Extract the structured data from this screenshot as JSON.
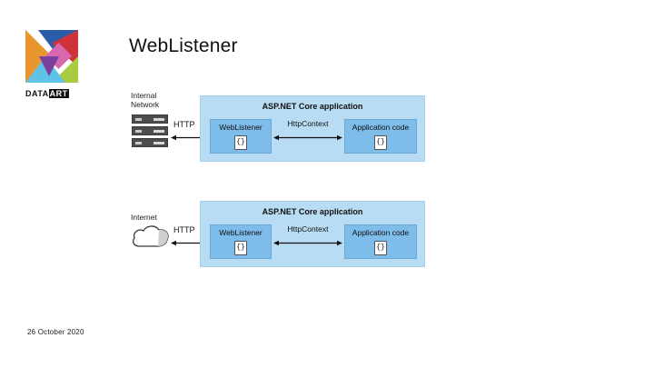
{
  "slide": {
    "title": "WebListener",
    "footer_date": "26 October 2020",
    "background_color": "#ffffff"
  },
  "logo": {
    "name": "dataart-logo",
    "wordmark": "DATAART",
    "wordmark_part_1": "DATA",
    "wordmark_part_2": "ART",
    "colors": {
      "orange": "#e8962d",
      "dark_blue": "#2b5ca8",
      "red": "#cf3339",
      "pink": "#d868ad",
      "purple": "#7b3f9d",
      "light_blue": "#5fc3e8",
      "green": "#a8cc3d"
    }
  },
  "colors": {
    "container_fill": "#b9dcf5",
    "container_border": "#a7cfe9",
    "inner_fill": "#7ebce9",
    "inner_border": "#6aa9d8",
    "server_fill": "#4d4d4d",
    "text": "#111111"
  },
  "diagrams": [
    {
      "id": "diagram-1",
      "source_label": "Internal\nNetwork",
      "source_icon": "server-stack-icon",
      "protocol_label": "HTTP",
      "container_title": "ASP.NET Core application",
      "blocks": [
        {
          "label": "WebListener",
          "icon": "code-braces-icon",
          "icon_glyph": "{}"
        },
        {
          "label": "Application code",
          "icon": "code-braces-icon",
          "icon_glyph": "{}"
        }
      ],
      "connector_label": "HttpContext"
    },
    {
      "id": "diagram-2",
      "source_label": "Internet",
      "source_icon": "cloud-icon",
      "protocol_label": "HTTP",
      "container_title": "ASP.NET Core application",
      "blocks": [
        {
          "label": "WebListener",
          "icon": "code-braces-icon",
          "icon_glyph": "{}"
        },
        {
          "label": "Application code",
          "icon": "code-braces-icon",
          "icon_glyph": "{}"
        }
      ],
      "connector_label": "HttpContext"
    }
  ]
}
